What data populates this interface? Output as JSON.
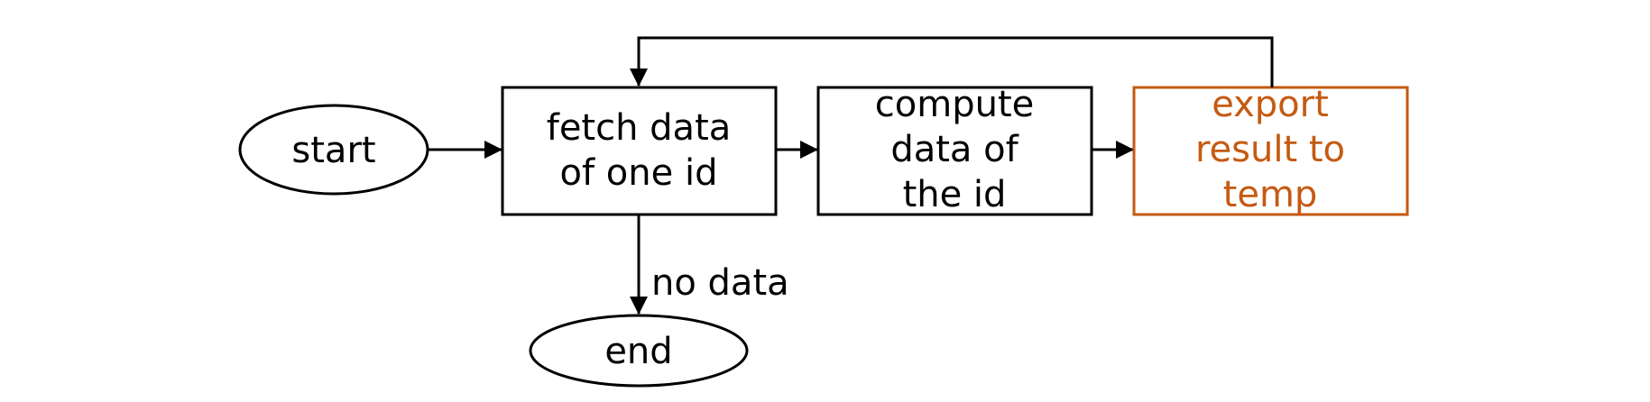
{
  "colors": {
    "stroke": "#000000",
    "text": "#000000",
    "highlight": "#C55A11",
    "background": "#ffffff"
  },
  "nodes": {
    "start": {
      "label": "start"
    },
    "fetch": {
      "line1": "fetch data",
      "line2": "of one id"
    },
    "compute": {
      "line1": "compute",
      "line2": "data of",
      "line3": "the id"
    },
    "export": {
      "line1": "export",
      "line2": "result to",
      "line3": "temp"
    },
    "end": {
      "label": "end"
    }
  },
  "edges": {
    "no_data_label": "no data"
  }
}
